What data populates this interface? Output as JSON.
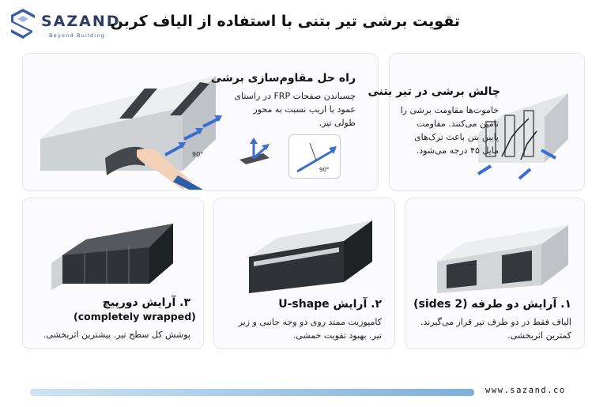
{
  "brand": {
    "name": "SAZAND",
    "tagline": "Beyond Building",
    "url": "www.sazand.co",
    "colors": {
      "primary": "#2c3e63",
      "accent": "#3a8ad6",
      "footer_gradient_end": "#7fb0d8"
    }
  },
  "page_title": "تقویت برشی تیر بتنی با استفاده از الیاف کربن",
  "solution": {
    "heading": "راه حل مقاوم‌سازی برشی",
    "line1": "چسباندن صفحات FRP در راستای",
    "line2": "عمود یا اریب نسبت به محور",
    "line3": "طولی تیر.",
    "angle_label_1": "90°",
    "angle_label_2": "90°"
  },
  "challenge": {
    "heading": "چالش برشی در تیر بتنی",
    "line1": "خاموت‌ها مقاومت برشی را",
    "line2": "تامین می‌کنند. مقاومت",
    "line3": "پایین بتن باعث ترک‌های",
    "line4": "مایل ۴۵ درجه می‌شود."
  },
  "methods": [
    {
      "heading": "۱. آرایش دو طرفه (2 sides)",
      "line1": "الیاف فقط در دو طرف تیر قرار می‌گیرند.",
      "line2": "کمترین اثربخشی."
    },
    {
      "heading": "۲. آرایش U-shape",
      "line1": "کامپوزیت ممتد روی دو وجه جانبی و زیر",
      "line2": "تیر. بهبود تقویت خمشی."
    },
    {
      "heading": "۳. آرایش دورپیچ",
      "subheading": "(completely wrapped)",
      "line1": "پوشش کل سطح تیر. بیشترین اثربخشی."
    }
  ]
}
